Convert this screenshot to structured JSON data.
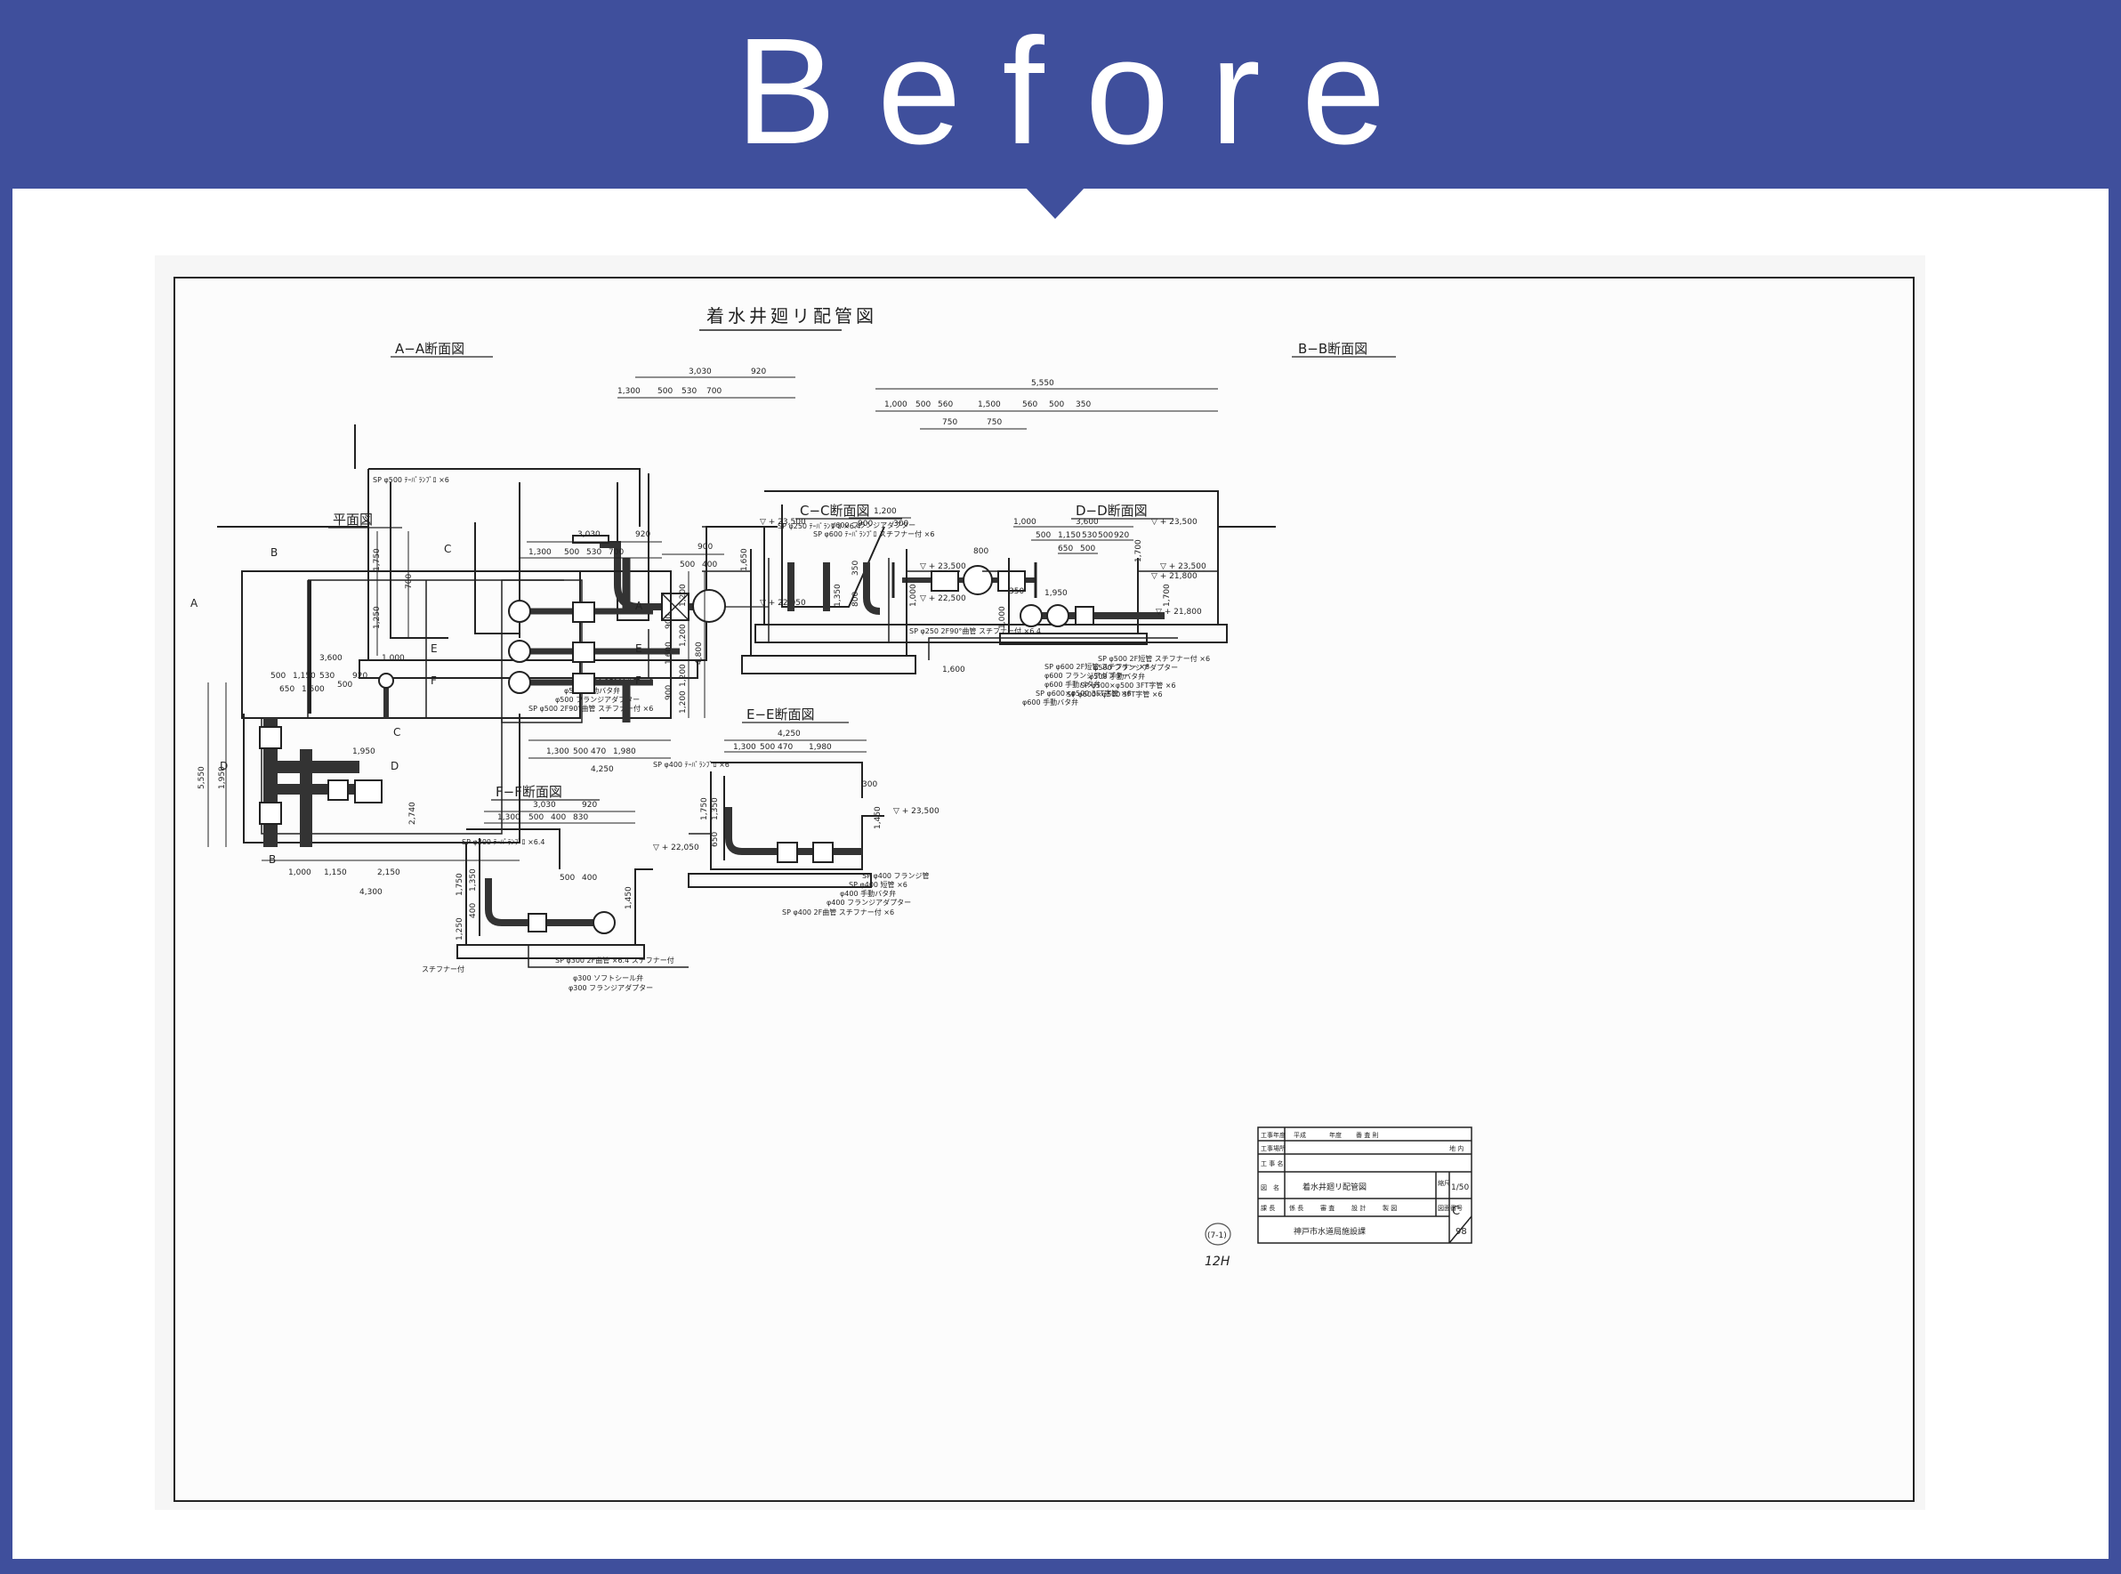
{
  "banner": {
    "title": "Before"
  },
  "drawing": {
    "main_title": "着水井廻リ配管図",
    "sections": {
      "aa": "A−A断面図",
      "bb": "B−B断面図",
      "plan": "平面図",
      "cc": "C−C断面図",
      "dd": "D−D断面図",
      "ee": "E−E断面図",
      "ff": "F−F断面図"
    },
    "dims": {
      "aa_top": [
        "3,030",
        "920"
      ],
      "aa_row": [
        "1,300",
        "500",
        "530",
        "700"
      ],
      "aa_inner": [
        "900",
        "500",
        "400"
      ],
      "aa_vert": [
        "1,750",
        "1,250",
        "700",
        "1,650"
      ],
      "aa_elev": [
        "▽ + 23,500",
        "▽ + 22,050"
      ],
      "bb_top": "5,550",
      "bb_row": [
        "1,000",
        "500",
        "560",
        "1,500",
        "560",
        "500",
        "350"
      ],
      "bb_mid": [
        "750",
        "750",
        "800"
      ],
      "bb_elev": [
        "▽ + 23,500",
        "▽ + 21,800"
      ],
      "bb_vert": [
        "1,700",
        "1,600"
      ],
      "plan_top": [
        "3,030",
        "920"
      ],
      "plan_row": [
        "1,300",
        "500",
        "530",
        "700"
      ],
      "plan_left": [
        "3,600",
        "1,000",
        "500",
        "1,150",
        "530",
        "500",
        "920",
        "650",
        "1,500"
      ],
      "plan_bottom": [
        "1,300",
        "500",
        "470",
        "1,980",
        "4,250"
      ],
      "plan_left_bottom": [
        "1,000",
        "1,150",
        "2,150",
        "4,300"
      ],
      "plan_vert": [
        "5,550",
        "1,200",
        "1,200",
        "4,800",
        "1,200",
        "1,200",
        "1,600",
        "900",
        "900",
        "2,740",
        "1,950",
        "1,950"
      ],
      "plan_marks": [
        "A",
        "A",
        "B",
        "B",
        "C",
        "C",
        "D",
        "D",
        "E",
        "E",
        "F",
        "F"
      ],
      "cc_top": [
        "1,200",
        "900",
        "300"
      ],
      "cc_vert": [
        "350",
        "800",
        "1,350",
        "1,000"
      ],
      "cc_elev": [
        "▽ + 23,500",
        "▽ + 22,500"
      ],
      "dd_top": [
        "1,000",
        "3,600",
        "500",
        "1,150",
        "530",
        "500",
        "920",
        "650",
        "500"
      ],
      "dd_vert": [
        "350",
        "1,950",
        "1,700",
        "1,000"
      ],
      "dd_elev": [
        "▽ + 23,500",
        "▽ + 21,800"
      ],
      "ee_top": [
        "4,250",
        "1,300",
        "500",
        "470",
        "1,980"
      ],
      "ee_vert": [
        "1,750",
        "1,350",
        "650",
        "1,450",
        "300"
      ],
      "ee_elev": [
        "▽ + 23,500",
        "▽ + 22,050"
      ],
      "ff_top": [
        "3,030",
        "920"
      ],
      "ff_row": [
        "1,300",
        "500",
        "400",
        "830"
      ],
      "ff_inner": [
        "500",
        "400"
      ],
      "ff_vert": [
        "1,750",
        "1,350",
        "400",
        "1,250",
        "1,450"
      ]
    },
    "callouts": {
      "aa": [
        "SP φ500 ﾃｰﾊﾟﾗﾝﾌﾟﾛ ×6",
        "SP φ500 2F90°曲管 ×6",
        "φ500 手動バタ弁",
        "φ500 フランジアダプター",
        "SP φ500 2F90°曲管 スチフナー付 ×6"
      ],
      "bb": [
        "φ600 フランジアダプター",
        "SP φ600 ﾃｰﾊﾟﾗﾝﾌﾟﾛ スチフナー付 ×6",
        "SP φ600 2F短管 スチフナー ×6",
        "φ600 フランジアダプター",
        "φ600 手動バタ弁",
        "SP φ600×φ500 3FT字管 ×6",
        "φ600 手動バタ弁"
      ],
      "cc": [
        "SP φ250 ﾃｰﾊﾟﾗﾝﾌﾟﾛ ×6.4",
        "SP φ250 2F90°曲管 スチフナー付 ×6.4"
      ],
      "dd": [
        "SP φ500 2F短管 スチフナー付 ×6",
        "φ500 フランジアダプター",
        "φ500 手動バタ弁",
        "SP φ500×φ500 3FT字管 ×6",
        "SP φ600×φ500 3FT字管 ×6"
      ],
      "ee": [
        "SP φ400 ﾃｰﾊﾟﾗﾝﾌﾟﾛ ×6",
        "SP φ400 フランジ管",
        "SP φ400 短管 ×6",
        "φ400 手動バタ弁",
        "φ400 フランジアダプター",
        "SP φ400 2F曲管 スチフナー付 ×6"
      ],
      "ff": [
        "SP φ300 ﾃｰﾊﾟﾗﾝﾌﾟﾛ ×6.4",
        "スチフナー付",
        "SP φ300 2F曲管 ×6.4 スチフナー付",
        "φ300 ソフトシール弁",
        "φ300 フランジアダプター"
      ]
    },
    "title_block": {
      "row1": [
        "工事年度",
        "平成",
        "年度",
        "番 査 則"
      ],
      "row2_label": "工事場所",
      "row2_suffix": "地 内",
      "row3_label": "工 事 名",
      "drawing_label": "図　名",
      "drawing_name": "着水井廻リ配管図",
      "scale_label": "縮尺",
      "scale": "1/50",
      "sign_row": [
        "課 長",
        "係 長",
        "審 査",
        "設 計",
        "製 図",
        "図面番号"
      ],
      "sheet_id": "C",
      "sheet_no": "98",
      "org": "神戸市水道局施設課"
    },
    "handwritten": "12H",
    "stamp": "(7-1)"
  }
}
